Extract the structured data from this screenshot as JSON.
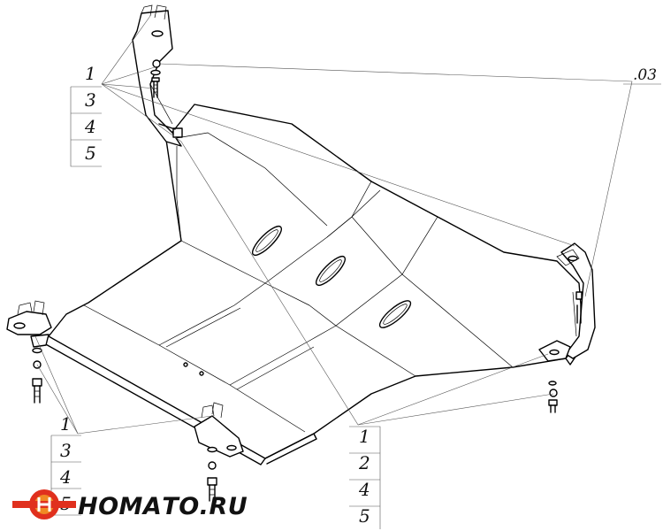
{
  "reference_code": ".03",
  "callout_groups": [
    {
      "id": "top-left",
      "labels": [
        "1",
        "3",
        "4",
        "5"
      ]
    },
    {
      "id": "bottom-left",
      "labels": [
        "1",
        "3",
        "4",
        "5"
      ]
    },
    {
      "id": "bottom-right",
      "labels": [
        "1",
        "2",
        "4",
        "5"
      ]
    }
  ],
  "watermark": {
    "text": "НОМАТО.RU",
    "colors": {
      "ring": "#e0301e",
      "inner": "#f08a24",
      "text": "#111111"
    }
  }
}
